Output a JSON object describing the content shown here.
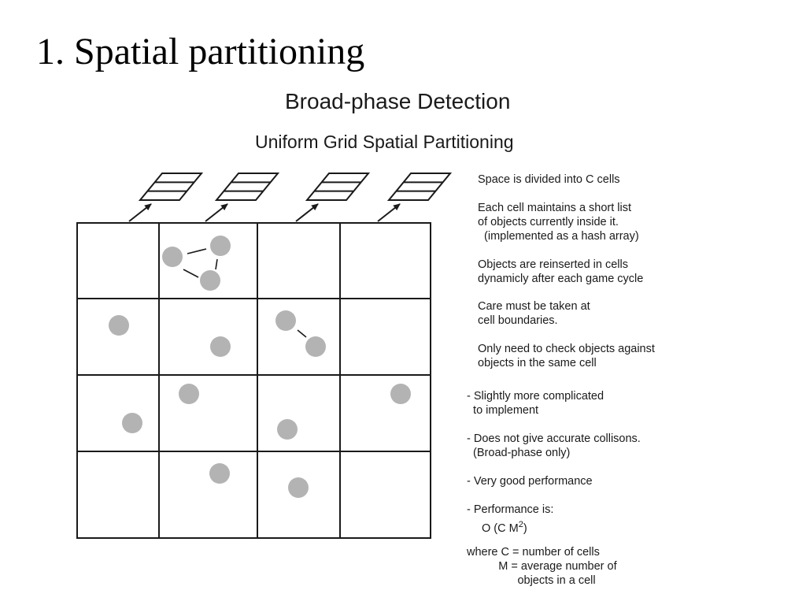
{
  "slide": {
    "title": "1. Spatial partitioning"
  },
  "figure": {
    "title": "Broad-phase Detection",
    "subtitle": "Uniform Grid Spatial Partitioning",
    "grid": {
      "rows": 4,
      "cols": 4
    },
    "colors": {
      "object": "#b3b3b3",
      "line": "#1a1a1a"
    },
    "icons": [
      "hash-array-icon",
      "arrow-icon"
    ]
  },
  "notes": {
    "n1": "Space is divided into C cells",
    "n2": "Each cell maintains a short list\nof objects currently inside it.\n  (implemented as a hash array)",
    "n3": "Objects are reinserted in cells\ndynamicly after each game cycle",
    "n4": "Care must be taken at\ncell boundaries.",
    "n5": "Only need to check objects against\nobjects in the same cell",
    "n6": "- Slightly more complicated\n  to implement",
    "n7": "- Does not give accurate collisons.\n  (Broad-phase only)",
    "n8": "- Very good performance",
    "n9": "- Performance is:",
    "formula_pre": "O (C M",
    "formula_exp": "2",
    "formula_post": ")",
    "n10": "where C = number of cells\n          M = average number of\n                objects in a cell"
  }
}
